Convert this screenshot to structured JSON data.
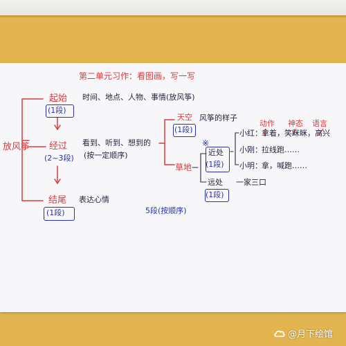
{
  "title": "第二单元习作：看图画，写一写",
  "root": "放风筝",
  "beginning": {
    "label": "起始",
    "paragraph": "(1段)",
    "content": "时间、地点、人物、事情(放风筝)"
  },
  "middle": {
    "label": "经过",
    "paragraph": "(2~3段)",
    "content": "看到、听到、想到的",
    "order": "(按一定顺序)",
    "sky": {
      "label": "天空",
      "paragraph": "(1段)",
      "content": "风筝的样子"
    },
    "ground": {
      "label": "草地",
      "near": {
        "label": "近处",
        "paragraph": "(1段)",
        "rows": [
          {
            "name": "小红：",
            "text": "拿着，笑眯眯，高兴"
          },
          {
            "name": "小刚：",
            "text": "拉线跑……"
          },
          {
            "name": "小明：",
            "text": "拿，喊跑……"
          }
        ]
      },
      "far": {
        "label": "远处",
        "paragraph": "(1段)",
        "content": "一家三口"
      }
    },
    "columns": [
      "动作",
      "神态",
      "语言"
    ],
    "star": "※"
  },
  "ending": {
    "label": "结尾",
    "paragraph": "(1段)",
    "content": "表达心情"
  },
  "total": "5段(按顺序)",
  "watermark": {
    "icon": "cloud-logo-icon",
    "text": "@月下绘馆"
  },
  "colors": {
    "red_ink": "#d93c3f",
    "blue_ink": "#2a2fae",
    "background": "#e2b550",
    "paper": "#f7f7f9"
  }
}
